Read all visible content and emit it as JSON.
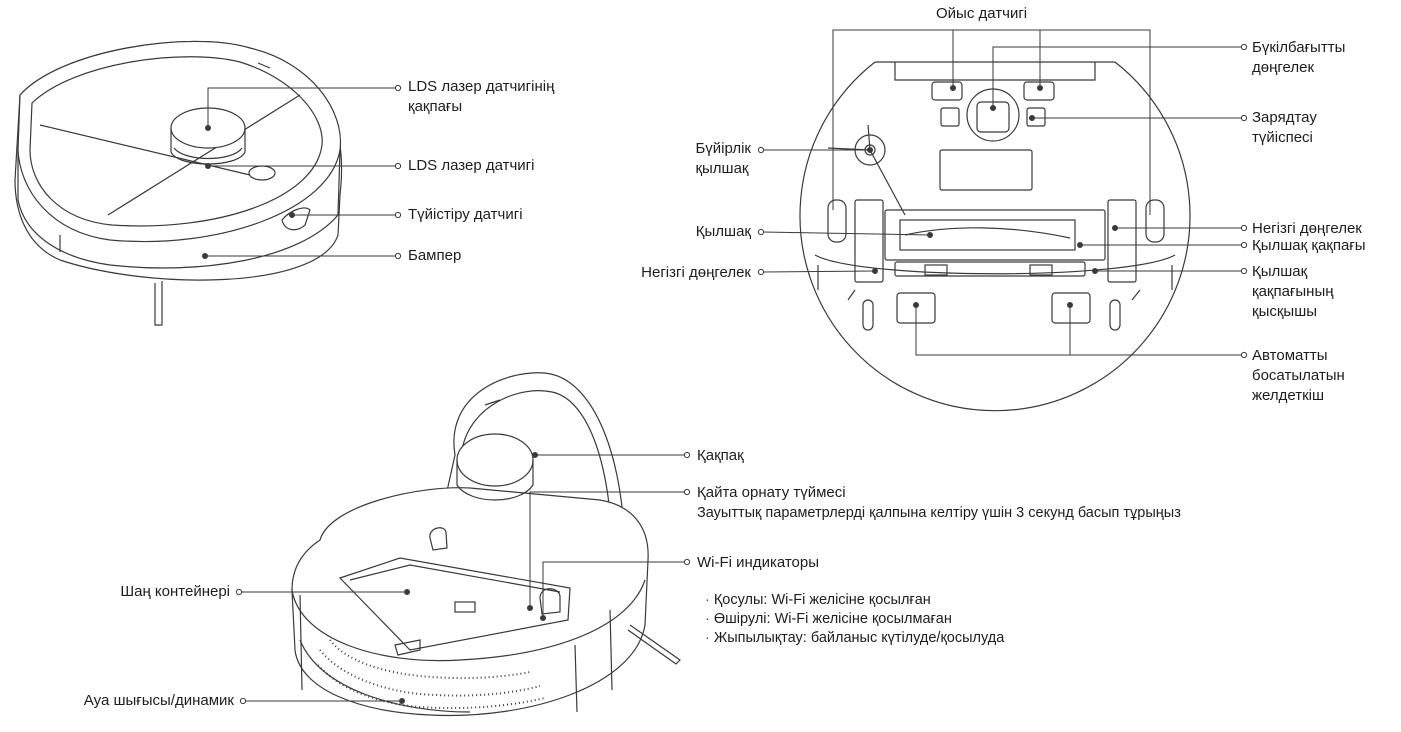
{
  "robot_top": {
    "lds_cover": "LDS лазер датчигінің\nқақпағы",
    "lds_sensor": "LDS лазер датчигі",
    "dock_sensor": "Түйістіру датчигі",
    "bumper": "Бампер"
  },
  "robot_bottom": {
    "cliff_sensor": "Ойыс датчигі",
    "omni_wheel": "Бүкілбағытты\nдөңгелек",
    "charging_contacts": "Зарядтау\nтүйіспесі",
    "side_brush": "Бүйірлік\nқылшақ",
    "brush": "Қылшақ",
    "main_wheel_left": "Негізгі дөңгелек",
    "main_wheel_right": "Негізгі дөңгелек",
    "brush_cover": "Қылшақ қақпағы",
    "brush_cover_clip": "Қылшақ\nқақпағының\nқысқышы",
    "auto_fan": "Автоматты\nбосатылатын\nжелдеткіш"
  },
  "robot_open": {
    "lid": "Қақпақ",
    "reset_button": "Қайта орнату түймесі",
    "reset_hint": "Зауыттық параметрлерді қалпына келтіру үшін 3 секунд басып тұрыңыз",
    "wifi_indicator": "Wi-Fi индикаторы",
    "wifi_states": [
      "Қосулы: Wi-Fi желісіне қосылған",
      "Өшірулі: Wi-Fi желісіне қосылмаған",
      "Жыпылықтау: байланыс күтілуде/қосылуда"
    ],
    "dust_bin": "Шаң контейнері",
    "air_outlet": "Ауа шығысы/динамик"
  }
}
